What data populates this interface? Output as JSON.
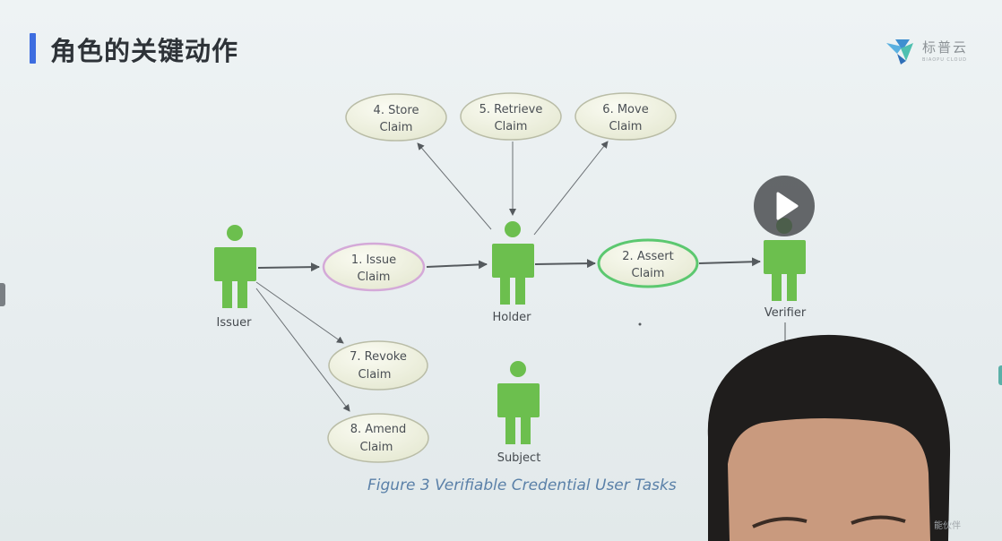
{
  "slide": {
    "title": "角色的关键动作",
    "caption": "Figure 3 Verifiable Credential User Tasks",
    "bottom_text": "能伙伴"
  },
  "logo": {
    "name": "标普云",
    "sub": "BIAOPU CLOUD",
    "icon": "bird-logo-icon"
  },
  "player": {
    "play_icon": "play-icon"
  },
  "diagram": {
    "actors": [
      {
        "id": "issuer",
        "label": "Issuer"
      },
      {
        "id": "holder",
        "label": "Holder"
      },
      {
        "id": "verifier",
        "label": "Verifier"
      },
      {
        "id": "subject",
        "label": "Subject"
      }
    ],
    "use_cases": [
      {
        "id": "store",
        "line1": "4. Store",
        "line2": "Claim"
      },
      {
        "id": "retrieve",
        "line1": "5. Retrieve",
        "line2": "Claim"
      },
      {
        "id": "move",
        "line1": "6. Move",
        "line2": "Claim"
      },
      {
        "id": "issue",
        "line1": "1. Issue",
        "line2": "Claim"
      },
      {
        "id": "assert",
        "line1": "2. Assert",
        "line2": "Claim"
      },
      {
        "id": "revoke",
        "line1": "7. Revoke",
        "line2": "Claim"
      },
      {
        "id": "amend",
        "line1": "8. Amend",
        "line2": "Claim"
      }
    ],
    "colors": {
      "actor": "#6cbf4e",
      "issue_border": "#d4a9d8",
      "assert_border": "#5cc870",
      "ellipse_fill": "#f1f3e3",
      "arrow": "#555a5e"
    }
  }
}
